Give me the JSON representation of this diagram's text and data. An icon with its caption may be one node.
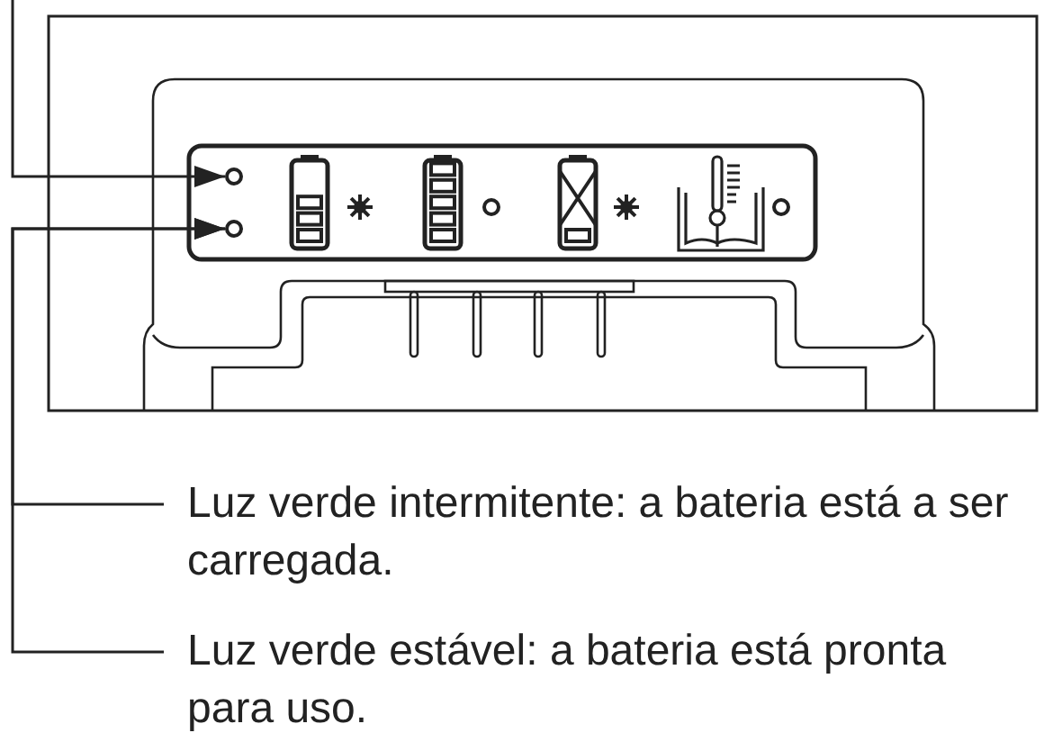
{
  "diagram": {
    "nodes": [
      {
        "text": [],
        "shape": "circle"
      },
      {
        "text": [],
        "shape": "circle"
      },
      {
        "text": [
          "Luz verde intermitente: a bateria está a ser carregada."
        ]
      },
      {
        "text": [
          "Luz verde estável: a bateria está pronta para uso."
        ]
      }
    ],
    "edges": [
      {
        "from": null,
        "to": 0,
        "arrow": "to"
      },
      {
        "from": 2,
        "to": 1,
        "arrow": "to"
      },
      {
        "from": 3,
        "to": 1,
        "arrow": "to"
      }
    ]
  }
}
